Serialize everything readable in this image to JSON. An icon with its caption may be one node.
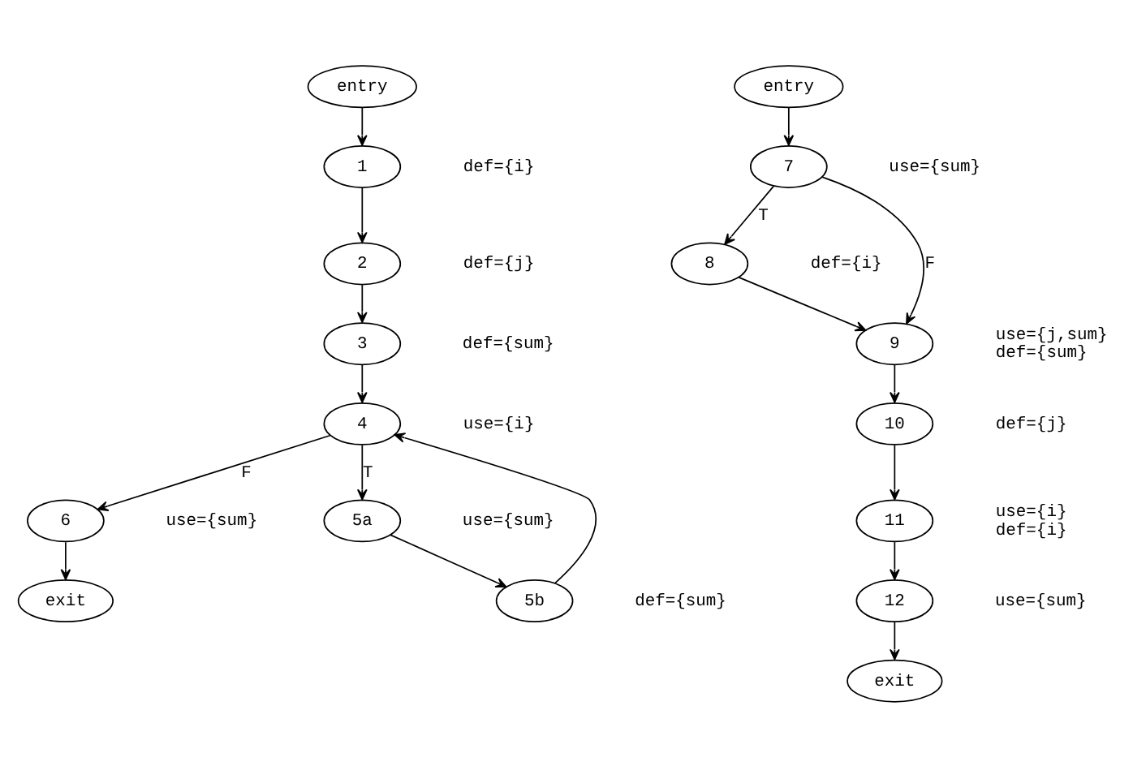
{
  "diagram": {
    "nodes": [
      {
        "text": [
          "entry"
        ]
      },
      {
        "text": [
          "1"
        ],
        "beside": [
          "def={i}"
        ]
      },
      {
        "text": [
          "2"
        ],
        "beside": [
          "def={j}"
        ]
      },
      {
        "text": [
          "3"
        ],
        "beside": [
          "def={sum}"
        ]
      },
      {
        "text": [
          "4"
        ],
        "beside": [
          "use={i}"
        ]
      },
      {
        "text": [
          "6"
        ],
        "beside": [
          "use={sum}"
        ]
      },
      {
        "text": [
          "exit"
        ]
      },
      {
        "text": [
          "5a"
        ],
        "beside": [
          "use={sum}"
        ]
      },
      {
        "text": [
          "5b"
        ],
        "beside": [
          "def={sum}"
        ]
      },
      {
        "text": [
          "entry"
        ]
      },
      {
        "text": [
          "7"
        ],
        "beside": [
          "use={sum}"
        ]
      },
      {
        "text": [
          "8"
        ],
        "beside": [
          "def={i}"
        ]
      },
      {
        "text": [
          "9"
        ],
        "beside": [
          "use={j,sum}",
          "def={sum}"
        ]
      },
      {
        "text": [
          "10"
        ],
        "beside": [
          "def={j}"
        ]
      },
      {
        "text": [
          "11"
        ],
        "beside": [
          "use={i}",
          "def={i}"
        ]
      },
      {
        "text": [
          "12"
        ],
        "beside": [
          "use={sum}"
        ]
      },
      {
        "text": [
          "exit"
        ]
      }
    ],
    "edges": [
      {
        "from": 0,
        "to": 1,
        "arrow": "to"
      },
      {
        "from": 1,
        "to": 2,
        "arrow": "to"
      },
      {
        "from": 2,
        "to": 3,
        "arrow": "to"
      },
      {
        "from": 3,
        "to": 4,
        "arrow": "to"
      },
      {
        "from": 4,
        "to": 5,
        "arrow": "to",
        "label": "F"
      },
      {
        "from": 4,
        "to": 7,
        "arrow": "to",
        "label": "T"
      },
      {
        "from": 5,
        "to": 6,
        "arrow": "to"
      },
      {
        "from": 7,
        "to": 8,
        "arrow": "to"
      },
      {
        "from": 8,
        "to": 4,
        "arrow": "to"
      },
      {
        "from": 9,
        "to": 10,
        "arrow": "to"
      },
      {
        "from": 10,
        "to": 11,
        "arrow": "to",
        "label": "T"
      },
      {
        "from": 10,
        "to": 12,
        "arrow": "to",
        "label": "F"
      },
      {
        "from": 11,
        "to": 12,
        "arrow": "to"
      },
      {
        "from": 12,
        "to": 13,
        "arrow": "to"
      },
      {
        "from": 13,
        "to": 14,
        "arrow": "to"
      },
      {
        "from": 14,
        "to": 15,
        "arrow": "to"
      },
      {
        "from": 15,
        "to": 16,
        "arrow": "to"
      }
    ]
  }
}
